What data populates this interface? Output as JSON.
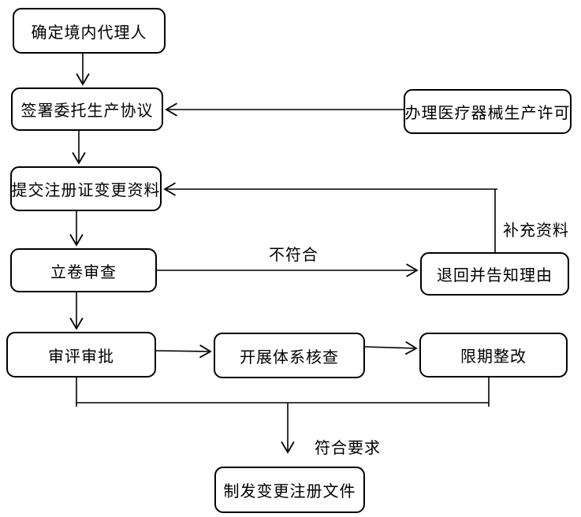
{
  "diagram": {
    "background_color": "#ffffff",
    "line_color": "#000000",
    "text_color": "#000000",
    "nodes": [
      {
        "id": "determine-domestic-agent",
        "label": "确定境内代理人"
      },
      {
        "id": "sign-entrusted-production-agreement",
        "label": "签署委托生产协议"
      },
      {
        "id": "apply-medical-device-production-license",
        "label": "办理医疗器械生产许可"
      },
      {
        "id": "submit-registration-change-materials",
        "label": "提交注册证变更资料"
      },
      {
        "id": "docketing-review",
        "label": "立卷审查"
      },
      {
        "id": "return-and-notify-reason",
        "label": "退回并告知理由"
      },
      {
        "id": "technical-review-and-approval",
        "label": "审评审批"
      },
      {
        "id": "conduct-system-inspection",
        "label": "开展体系核查"
      },
      {
        "id": "rectify-within-time-limit",
        "label": "限期整改"
      },
      {
        "id": "issue-change-registration-documents",
        "label": "制发变更注册文件"
      }
    ],
    "edge_labels": [
      {
        "id": "non-compliant",
        "text": "不符合"
      },
      {
        "id": "supplementary-materials",
        "text": "补充资料"
      },
      {
        "id": "meets-requirements",
        "text": "符合要求"
      }
    ]
  }
}
